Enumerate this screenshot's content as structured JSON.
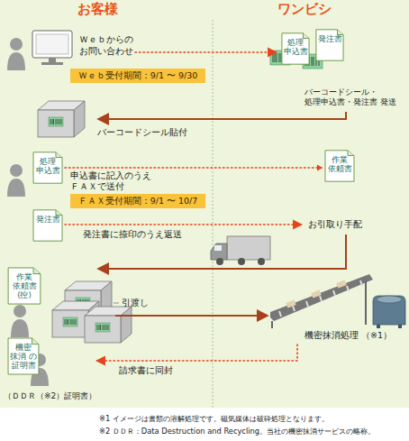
{
  "diagram": {
    "nodes": [
      {
        "text": [
          "Ｗｅｂ受付期間：9/1 〜 9/30"
        ]
      },
      {
        "text": [
          "処理 申込書"
        ]
      },
      {
        "text": [
          "発注書"
        ]
      },
      {
        "text": [
          "処理 申込書"
        ]
      },
      {
        "text": [
          "ＦＡＸ受付期間：9/1 〜 10/7"
        ]
      },
      {
        "text": [
          "作業 依頼書"
        ]
      },
      {
        "text": [
          "発注書"
        ]
      },
      {
        "text": [
          "作業 依頼書 (控)"
        ]
      },
      {
        "text": [
          "機密 抹消 の 証明書"
        ]
      }
    ],
    "edges": [
      {
        "from": 3,
        "to": 5,
        "arrow": "to"
      }
    ],
    "labels": [
      "お客様",
      "ワンビシ",
      "Ｗｅｂからの お問い合わせ",
      "バーコードシール・ 処理申込書・発注書 発送",
      "バーコードシール貼付",
      "申込書に記入のうえ ＦＡＸで送付",
      "お引取り手配",
      "発注書に捺印のうえ返送",
      "引渡し",
      "機密抹消処理 （※1）",
      "請求書に同封",
      "（ＤＤＲ（※2）証明書）",
      "※1 イメージは書類の溶解処理です。磁気媒体は破砕処理となります。",
      "※2 ＤＤＲ：Data Destruction and Recycling。当社の機密抹消サービスの略称。"
    ]
  }
}
